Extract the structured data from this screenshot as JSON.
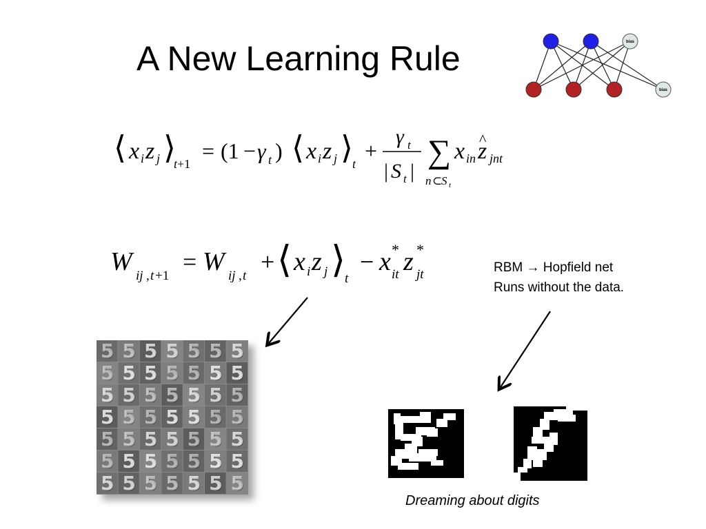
{
  "slide": {
    "title": "A New Learning Rule",
    "rbm_diagram": {
      "hidden_units": 2,
      "visible_units": 3,
      "bias_labels": [
        "bias",
        "bias"
      ],
      "colors": {
        "hidden": "#1f1fe6",
        "visible": "#b22222",
        "bias": "#dfe8e6"
      }
    },
    "equation_1": {
      "lhs_sub": "t+1",
      "gamma_factor": "(1 − γ",
      "gamma_sub": "t",
      "sum_sub": "n⊂S",
      "sum_term_sub": "jnt"
    },
    "equation_2": {
      "lhs_sub": "ij,t+1",
      "rhs_sub": "ij,t"
    },
    "annotation": {
      "line1": "RBM → Hopfield net",
      "line2": "Runs without the data."
    },
    "filters_grid": {
      "rows": 7,
      "cols": 7,
      "digit": "5"
    },
    "dream_caption": "Dreaming about digits"
  }
}
